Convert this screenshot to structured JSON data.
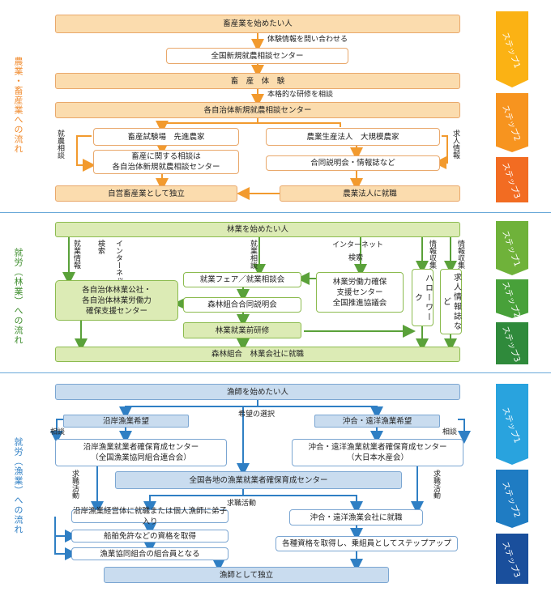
{
  "agri": {
    "section": "農業・畜産業への流れ",
    "start": "畜産業を始めたい人",
    "l_inquiry": "体験情報を問い合わせる",
    "center": "全国新規就農相談センター",
    "taiken": "畜　産　体　験",
    "l_training": "本格的な研修を相談",
    "local_center": "各自治体新規就農相談センター",
    "l_left": "就農相談",
    "l_right": "求人情報",
    "farm": "畜産試験場　先進農家",
    "corp": "農業生産法人　大規模農家",
    "consult": "畜産に関する相談は\n各自治体新規就農相談センター",
    "fair": "合同説明会・情報誌など",
    "independent": "自営畜産業として独立",
    "hired": "農業法人に就職",
    "steps": [
      "ステップ1",
      "ステップ2",
      "ステップ3"
    ]
  },
  "forest": {
    "section": "就労（林業）への流れ",
    "start": "林業を始めたい人",
    "l_jobinfo": "就業情報",
    "l_search": "検索",
    "l_internet": "インターネット",
    "l_consult": "就業相談",
    "l_internet2": "インターネット",
    "l_search2": "検索",
    "l_info1": "情報収集",
    "l_info2": "情報収集",
    "public": "各自治体林業公社・\n各自治体林業労働力\n確保支援センター",
    "fair": "就業フェア／就業相談会",
    "union_fair": "森林組合合同説明会",
    "training": "林業就業前研修",
    "support": "林業労働力確保\n支援センター\n全国推進協議会",
    "hellowork": "ハローワーク",
    "magazine": "求人情報誌など",
    "hired": "森林組合　林業会社に就職",
    "steps": [
      "ステップ1",
      "ステップ2",
      "ステップ3"
    ]
  },
  "fish": {
    "section": "就労（漁業）への流れ",
    "start": "漁師を始めたい人",
    "l_choice": "希望の選択",
    "coastal": "沿岸漁業希望",
    "offshore": "沖合・遠洋漁業希望",
    "l_consult1": "相談",
    "l_consult2": "相談",
    "coastal_center": "沿岸漁業就業者確保育成センター\n（全国漁業協同組合連合会）",
    "offshore_center": "沖合・遠洋漁業就業者確保育成センター\n（大日本水産会）",
    "l_jobhunt1": "求職活動",
    "l_jobhunt2": "求職活動",
    "l_jobhunt3": "求職活動",
    "national_center": "全国各地の漁業就業者確保育成センター",
    "apprentice": "沿岸漁業経営体に就職または個人漁師に弟子入り",
    "license": "船舶免許などの資格を取得",
    "union_member": "漁業協同組合の組合員となる",
    "offshore_hired": "沖合・遠洋漁業会社に就職",
    "crew": "各種資格を取得し、乗組員としてステップアップ",
    "independent": "漁師として独立",
    "steps": [
      "ステップ1",
      "ステップ2",
      "ステップ3"
    ]
  },
  "colors": {
    "orange": "#f08a2c",
    "green": "#5aa13a",
    "blue": "#3d8fd1"
  }
}
